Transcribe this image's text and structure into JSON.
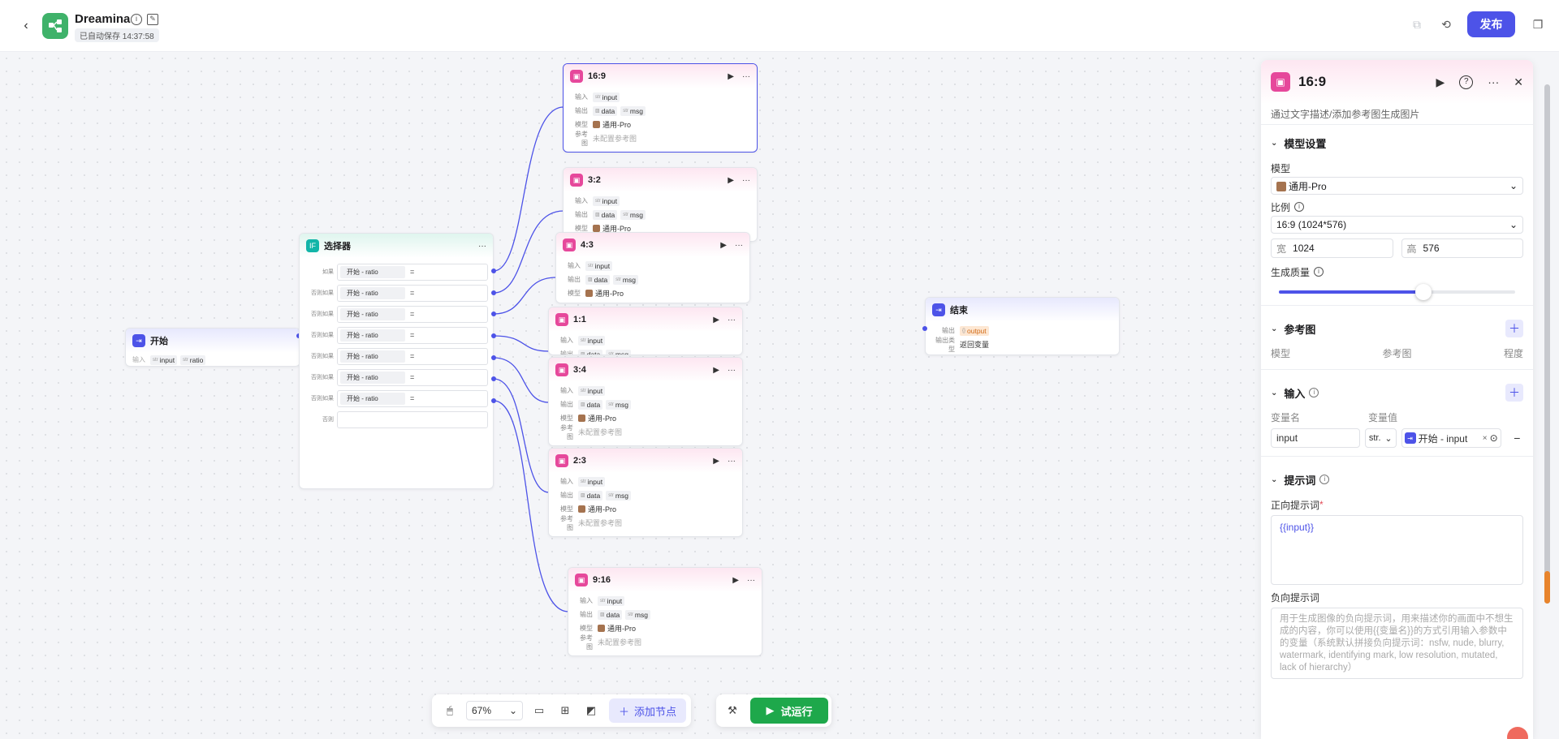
{
  "header": {
    "app_title": "Dreamina",
    "autosave": "已自动保存 14:37:58",
    "publish_label": "发布"
  },
  "toolbar": {
    "zoom": "67%",
    "add_node_label": "添加节点",
    "run_label": "试运行"
  },
  "nodes": {
    "start": {
      "title": "开始",
      "in_label": "输入",
      "vars": [
        "input",
        "ratio"
      ]
    },
    "selector": {
      "title": "选择器",
      "rows": [
        {
          "label": "如果",
          "var": "开始 - ratio",
          "op": "="
        },
        {
          "label": "否则如果",
          "var": "开始 - ratio",
          "op": "="
        },
        {
          "label": "否则如果",
          "var": "开始 - ratio",
          "op": "="
        },
        {
          "label": "否则如果",
          "var": "开始 - ratio",
          "op": "="
        },
        {
          "label": "否则如果",
          "var": "开始 - ratio",
          "op": "="
        },
        {
          "label": "否则如果",
          "var": "开始 - ratio",
          "op": "="
        },
        {
          "label": "否则如果",
          "var": "开始 - ratio",
          "op": "="
        }
      ],
      "else_label": "否则"
    },
    "end": {
      "title": "结束",
      "out_label": "输出",
      "out_var": "output",
      "out_type_label": "输出类型",
      "out_type": "返回变量"
    },
    "image_common": {
      "in_label": "输入",
      "out_label": "输出",
      "model_label": "模型",
      "ref_label": "参考图",
      "in_var": "input",
      "out_vars": [
        "data",
        "msg"
      ],
      "model": "通用-Pro",
      "ref_value": "未配置参考图"
    },
    "image_titles": [
      "16:9",
      "3:2",
      "4:3",
      "1:1",
      "3:4",
      "2:3",
      "9:16"
    ]
  },
  "panel": {
    "title": "16:9",
    "description": "通过文字描述/添加参考图生成图片",
    "model_section": "模型设置",
    "model_label": "模型",
    "model_value": "通用-Pro",
    "ratio_label": "比例",
    "ratio_value": "16:9 (1024*576)",
    "width_key": "宽",
    "width_value": "1024",
    "height_key": "高",
    "height_value": "576",
    "quality_label": "生成质量",
    "quality_level": 0.61,
    "ref_section": "参考图",
    "ref_cols": [
      "模型",
      "参考图",
      "程度"
    ],
    "input_section": "输入",
    "input_cols": [
      "变量名",
      "变量值"
    ],
    "input_name": "input",
    "input_type": "str.",
    "input_ref": "开始 - input",
    "prompt_section": "提示词",
    "pos_prompt_label": "正向提示词",
    "pos_prompt_value": "{{input}}",
    "neg_prompt_label": "负向提示词",
    "neg_prompt_placeholder": "用于生成图像的负向提示词，用来描述你的画面中不想生成的内容，你可以使用{{变量名}}的方式引用输入参数中的变量（系统默认拼接负向提示词：nsfw, nude, blurry, watermark, identifying mark, low resolution, mutated, lack of hierarchy）"
  },
  "colors": {
    "accent": "#4d53e8",
    "image_node": "#e6489b",
    "selector_node": "#12b5a8",
    "run_green": "#1ea84b"
  }
}
